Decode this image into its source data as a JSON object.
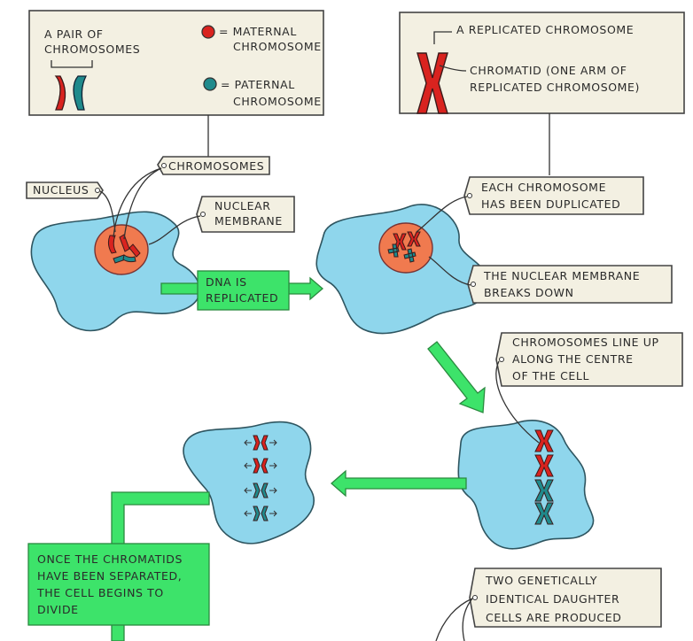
{
  "key_left": {
    "title_lines": [
      "A PAIR OF",
      "CHROMOSOMES"
    ],
    "maternal_lines": [
      "= MATERNAL",
      "CHROMOSOME"
    ],
    "paternal_lines": [
      "= PATERNAL",
      "CHROMOSOME"
    ]
  },
  "key_right": {
    "title": "A REPLICATED CHROMOSOME",
    "chromatid_lines": [
      "CHROMATID   (ONE ARM OF",
      "REPLICATED   CHROMOSOME)"
    ]
  },
  "labels": {
    "chromosomes": "CHROMOSOMES",
    "nucleus": "NUCLEUS",
    "nuclear_membrane_lines": [
      "NUCLEAR",
      "MEMBRANE"
    ],
    "duplicated_lines": [
      "EACH   CHROMOSOME",
      "HAS  BEEN  DUPLICATED"
    ],
    "breaks_down_lines": [
      "THE  NUCLEAR  MEMBRANE",
      "BREAKS  DOWN"
    ],
    "line_up_lines": [
      "CHROMOSOMES  LINE  UP",
      "ALONG  THE  CENTRE",
      "OF  THE  CELL"
    ],
    "dna_lines": [
      "DNA  IS",
      "REPLICATED"
    ],
    "divide_lines": [
      "ONCE  THE  CHROMATIDS",
      "HAVE  BEEN  SEPARATED,",
      "THE  CELL  BEGINS  TO",
      "DIVIDE"
    ],
    "daughter_lines": [
      "TWO  GENETICALLY",
      "IDENTICAL  DAUGHTER",
      "CELLS  ARE  PRODUCED"
    ]
  },
  "colors": {
    "maternal": "#d9231f",
    "paternal": "#1f8a8c",
    "cell": "#8fd6ec",
    "nucleus": "#f07a4f",
    "label_bg": "#f3f0e2",
    "arrow_green": "#3de36a",
    "outline": "#333333"
  }
}
